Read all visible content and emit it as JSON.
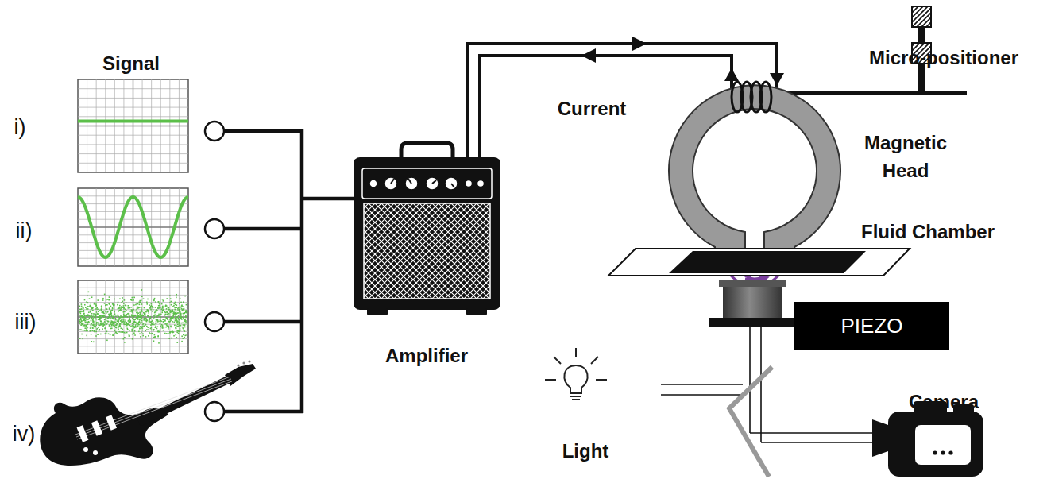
{
  "diagram": {
    "nodes": [
      {
        "text": [
          "PIEZO"
        ]
      }
    ],
    "labels": [
      "Signal",
      "i)",
      "ii)",
      "iii)",
      "iv)",
      "Amplifier",
      "Current",
      "Micro-positioner",
      "Magnetic Head",
      "Fluid Chamber",
      "Light",
      "Camera"
    ]
  }
}
